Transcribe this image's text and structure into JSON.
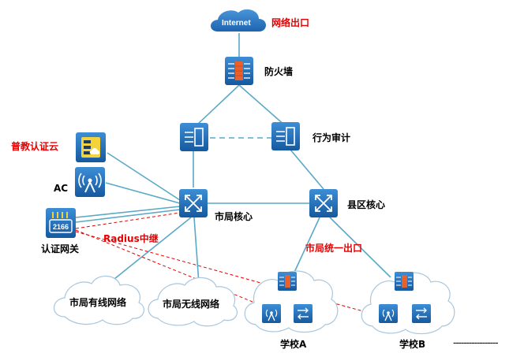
{
  "labels": {
    "internet": "Internet",
    "network_exit": "网络出口",
    "firewall": "防火墙",
    "behavior_audit": "行为审计",
    "edu_auth_cloud": "普教认证云",
    "ac": "AC",
    "auth_gateway": "认证网关",
    "city_core": "市局核心",
    "county_core": "县区核心",
    "radius_relay": "Radius中继",
    "unified_exit": "市局统一出口",
    "wired_network": "市局有线网络",
    "wireless_network": "市局无线网络",
    "school_a": "学校A",
    "school_b": "学校B",
    "gateway_code": "2166",
    "ellipsis": "-----------------"
  },
  "colors": {
    "link": "#5aa9c6",
    "device_blue": "#1e6fb9",
    "alert_red": "#e60000",
    "cloud_fill": "#ffffff",
    "cloud_stroke": "#a8c6dd"
  }
}
